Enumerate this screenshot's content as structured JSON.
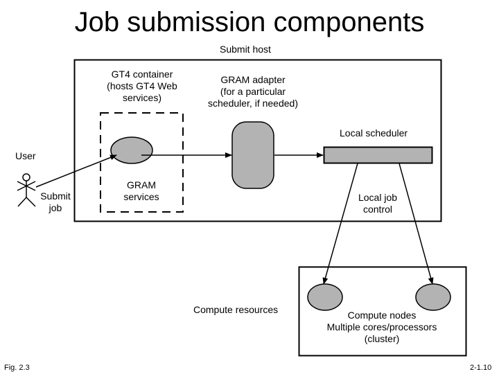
{
  "title": "Job submission components",
  "labels": {
    "submit_host": "Submit host",
    "gt4_container": [
      "GT4 container",
      "(hosts GT4 Web",
      "services)"
    ],
    "gram_adapter": [
      "GRAM adapter",
      "(for a particular",
      "scheduler, if needed)"
    ],
    "local_scheduler": "Local scheduler",
    "user": "User",
    "submit_job": [
      "Submit",
      "job"
    ],
    "gram_services": [
      "GRAM",
      "services"
    ],
    "local_job_control": [
      "Local job",
      "control"
    ],
    "compute_resources": "Compute resources",
    "compute_nodes": [
      "Compute nodes",
      "Multiple cores/processors",
      "(cluster)"
    ]
  },
  "footer": {
    "figure": "Fig. 2.3",
    "page": "2-1.10"
  },
  "colors": {
    "shape_fill": "#b3b3b3",
    "stroke": "#000000"
  }
}
